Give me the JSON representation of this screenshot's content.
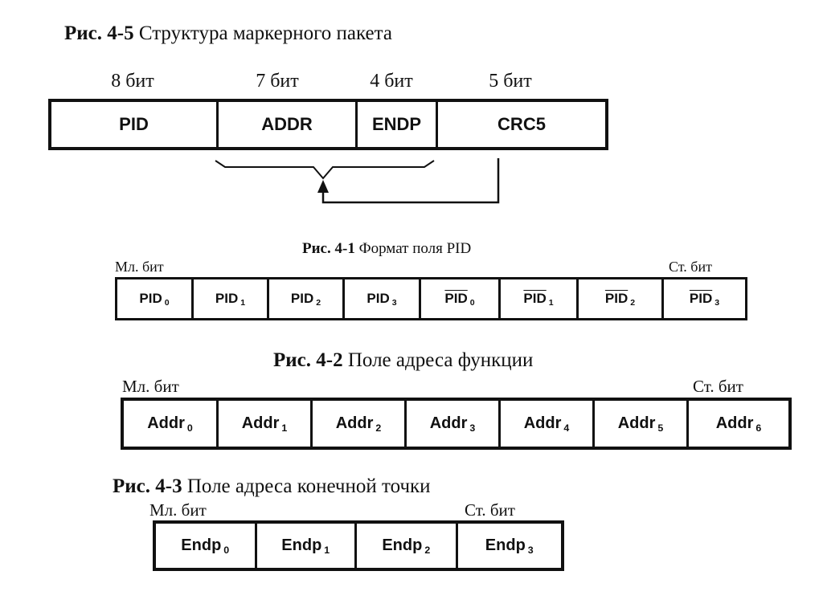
{
  "fig45": {
    "caption_num": "Рис. 4-5",
    "caption_text": "Структура маркерного пакета",
    "bit_labels": [
      "8 бит",
      "7 бит",
      "4 бит",
      "5 бит"
    ],
    "fields": [
      "PID",
      "ADDR",
      "ENDP",
      "CRC5"
    ]
  },
  "fig41": {
    "caption_num": "Рис. 4-1",
    "caption_text": "Формат поля PID",
    "lsb": "Мл. бит",
    "msb": "Ст. бит",
    "cells": [
      {
        "name": "PID",
        "sub": "0"
      },
      {
        "name": "PID",
        "sub": "1"
      },
      {
        "name": "PID",
        "sub": "2"
      },
      {
        "name": "PID",
        "sub": "3"
      },
      {
        "name": "PID",
        "sub": "0",
        "overline": true
      },
      {
        "name": "PID",
        "sub": "1",
        "overline": true
      },
      {
        "name": "PID",
        "sub": "2",
        "overline": true
      },
      {
        "name": "PID",
        "sub": "3",
        "overline": true
      }
    ]
  },
  "fig42": {
    "caption_num": "Рис. 4-2",
    "caption_text": "Поле адреса функции",
    "lsb": "Мл. бит",
    "msb": "Ст. бит",
    "cells": [
      {
        "name": "Addr",
        "sub": "0"
      },
      {
        "name": "Addr",
        "sub": "1"
      },
      {
        "name": "Addr",
        "sub": "2"
      },
      {
        "name": "Addr",
        "sub": "3"
      },
      {
        "name": "Addr",
        "sub": "4"
      },
      {
        "name": "Addr",
        "sub": "5"
      },
      {
        "name": "Addr",
        "sub": "6"
      }
    ]
  },
  "fig43": {
    "caption_num": "Рис. 4-3",
    "caption_text": "Поле адреса конечной точки",
    "lsb": "Мл. бит",
    "msb": "Ст. бит",
    "cells": [
      {
        "name": "Endp",
        "sub": "0"
      },
      {
        "name": "Endp",
        "sub": "1"
      },
      {
        "name": "Endp",
        "sub": "2"
      },
      {
        "name": "Endp",
        "sub": "3"
      }
    ]
  }
}
